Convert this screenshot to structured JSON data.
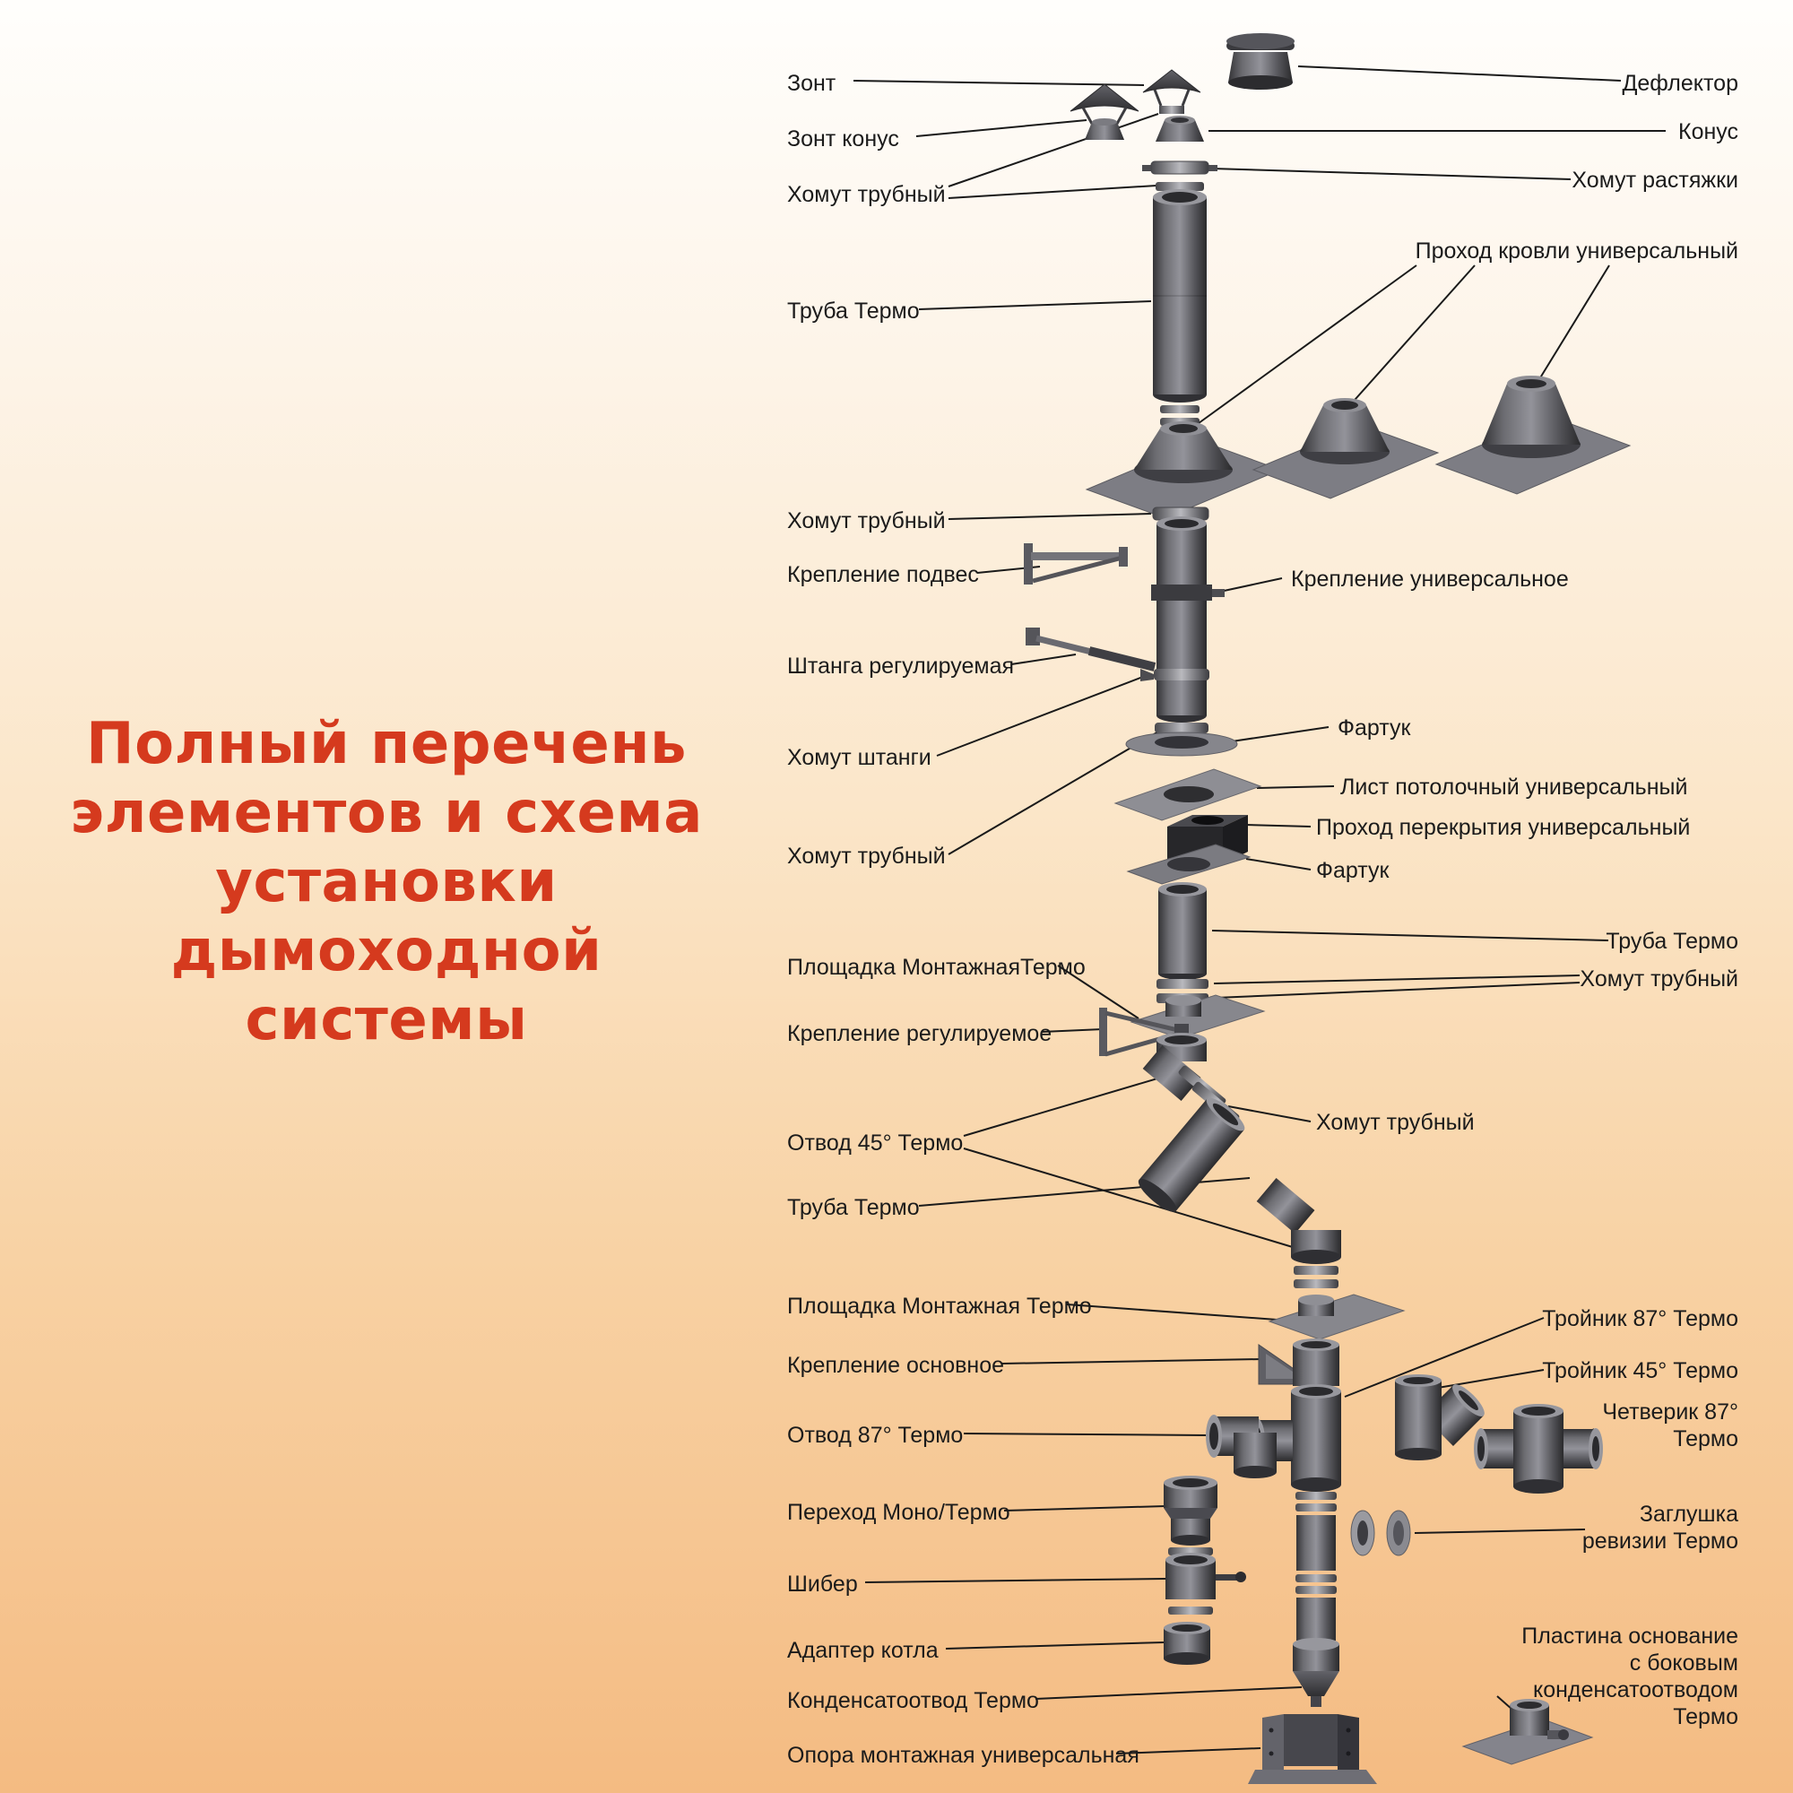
{
  "title": {
    "lines": [
      "Полный перечень",
      "элементов и схема",
      "установки",
      "дымоходной",
      "системы"
    ]
  },
  "labels": {
    "left": [
      "Зонт",
      "Зонт конус",
      "Хомут трубный",
      "Труба Термо",
      "Хомут трубный",
      "Крепление подвес",
      "Штанга регулируемая",
      "Хомут штанги",
      "Хомут трубный",
      "Площадка МонтажнаяТермо",
      "Крепление регулируемое",
      "Отвод 45° Термо",
      "Труба Термо",
      "Площадка Монтажная Термо",
      "Крепление основное",
      "Отвод 87° Термо",
      "Переход Моно/Термо",
      "Шибер",
      "Адаптер котла",
      "Конденсатоотвод Термо",
      "Опора монтажная универсальная"
    ],
    "right": [
      "Дефлектор",
      "Конус",
      "Хомут растяжки",
      "Проход кровли универсальный",
      "Крепление универсальное",
      "Фартук",
      "Лист потолочный универсальный",
      "Проход перекрытия универсальный",
      "Фартук",
      "Труба Термо",
      "Хомут трубный",
      "Хомут трубный",
      "Тройник 87° Термо",
      "Тройник 45° Термо",
      "Четверик 87°\nТермо",
      "Заглушка\nревизии Термо",
      "Пластина основание\nс боковым\nконденсатоотводом\nТермо"
    ]
  },
  "colors": {
    "title_red": "#d53a1e",
    "label_text": "#1b1b1b",
    "bg_top": "#fffefc",
    "bg_bottom": "#f4bb82",
    "part_dark": "#2f2f33",
    "part_mid": "#6c6c71",
    "part_light": "#97979d",
    "plate_gray": "#84848c"
  }
}
